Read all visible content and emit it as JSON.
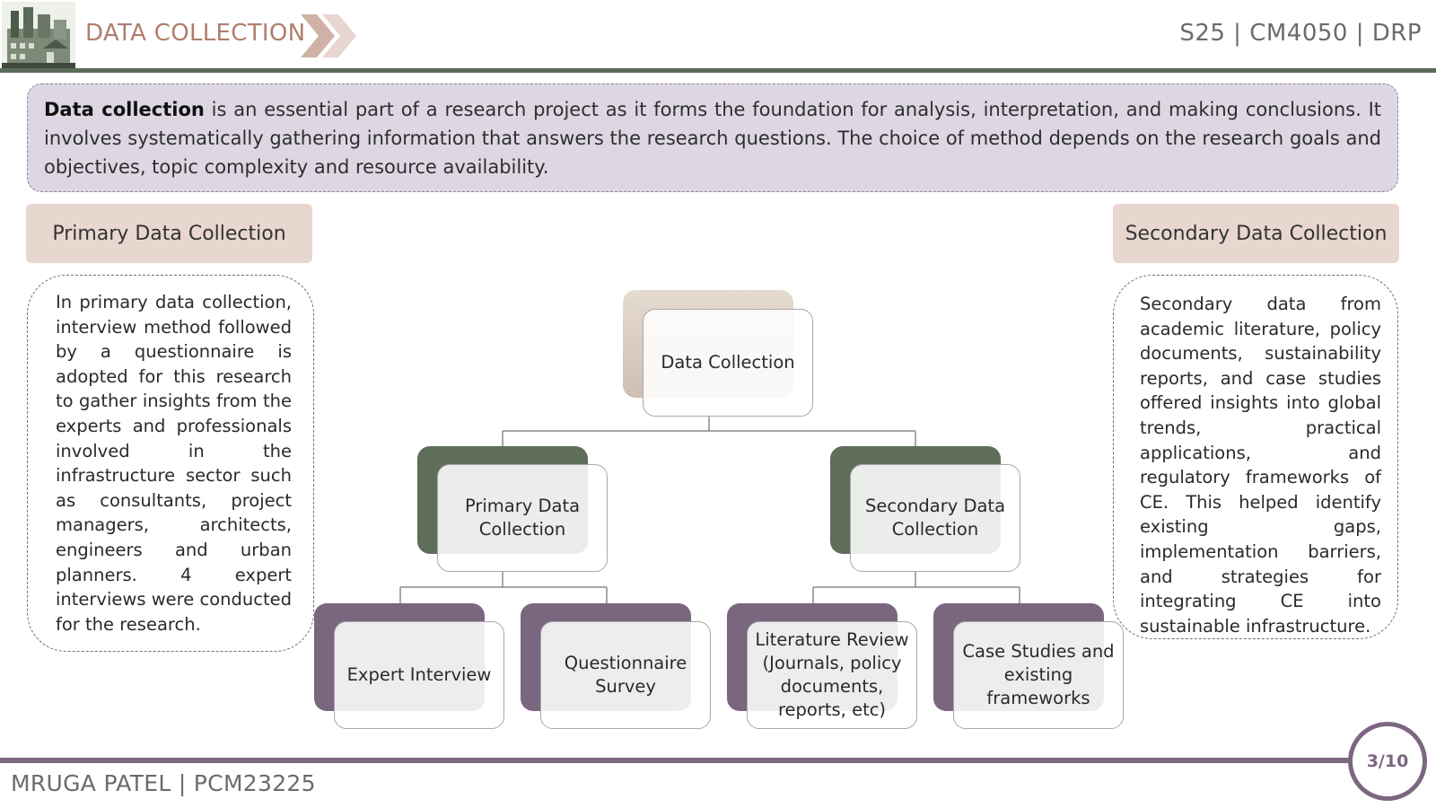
{
  "header": {
    "title": "DATA COLLECTION",
    "course_code": "S25 | CM4050 | DRP"
  },
  "intro": {
    "lead": "Data collection",
    "text": " is an essential part of a research project as it forms the foundation for analysis, interpretation, and making conclusions. It involves systematically gathering information that answers the research questions. The choice of method depends on the research goals and objectives, topic complexity and resource availability."
  },
  "left_panel": {
    "heading": "Primary Data Collection",
    "body": "In primary data collection, interview method followed by a questionnaire is adopted for this research to gather insights from the experts and professionals involved in the infrastructure sector such as consultants, project managers, architects, engineers and urban planners. 4 expert interviews were conducted for the research."
  },
  "right_panel": {
    "heading": "Secondary Data Collection",
    "body": "Secondary data from academic literature, policy documents, sustainability reports, and case studies offered insights into global trends, practical applications, and regulatory frameworks of CE. This helped identify existing gaps, implementation barriers, and strategies for integrating CE into sustainable infrastructure."
  },
  "diagram": {
    "root": "Data Collection",
    "primary": "Primary Data Collection",
    "secondary": "Secondary Data Collection",
    "expert_interview": "Expert Interview",
    "questionnaire": "Questionnaire Survey",
    "literature_review": "Literature Review (Journals, policy documents, reports, etc)",
    "case_studies": "Case Studies and existing frameworks"
  },
  "footer": {
    "author": "MRUGA PATEL | PCM23225",
    "page": "3/10"
  },
  "colors": {
    "title_accent": "#b07e6d",
    "header_rule": "#5a6b57",
    "footer_accent": "#7c6680",
    "intro_fill": "#ddd7e3",
    "tab_fill": "#e8d7cf",
    "level1_fill": "#5e6e59",
    "level2_fill": "#7b6680",
    "root_fill": "#ddd1c6"
  }
}
